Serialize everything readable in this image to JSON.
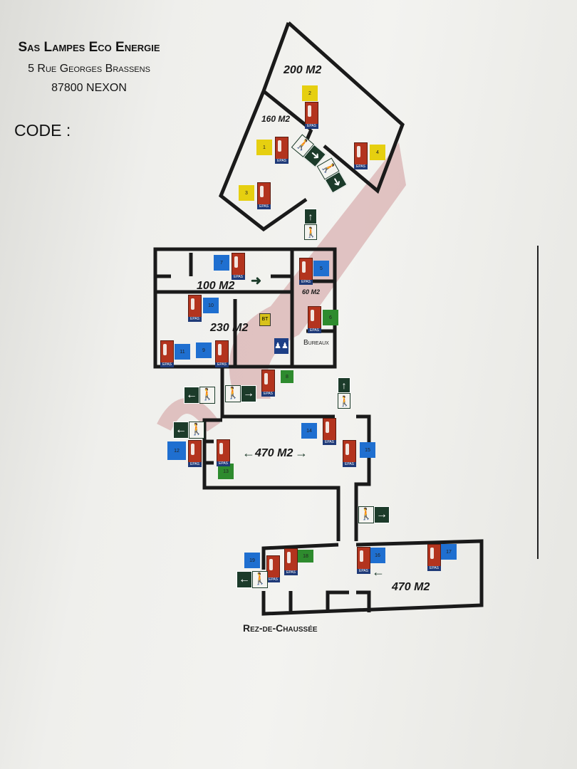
{
  "header": {
    "company": "Sas Lampes Eco Energie",
    "street": "5 Rue Georges Brassens",
    "city": "87800 NEXON",
    "code_label": "CODE :"
  },
  "rooms": {
    "r200": "200 M2",
    "r160": "160 M2",
    "r100": "100 M2",
    "r60": "60 M2",
    "r230": "230 M2",
    "bureaux": "Bureaux",
    "r470a": "470 M2",
    "r470b": "470 M2"
  },
  "floor_label": "Rez-de-Chaussée",
  "epas_label": "EPAS",
  "bt_label": "BT",
  "markers": {
    "m1": "1",
    "m2": "2",
    "m3": "3",
    "m4": "4",
    "m5": "5",
    "m6": "6",
    "m7": "7",
    "m8": "8",
    "m9": "9",
    "m10": "10",
    "m11": "11",
    "m12": "12",
    "m13": "13",
    "m14": "14",
    "m15": "15",
    "m16": "16",
    "m17": "17",
    "m18": "18",
    "m19": "19"
  },
  "colors": {
    "blue": "#1f6fd0",
    "green": "#2e8b2e",
    "yellow": "#e6cf10",
    "extinguisher": "#b3341e",
    "exit": "#1c3b2a"
  }
}
